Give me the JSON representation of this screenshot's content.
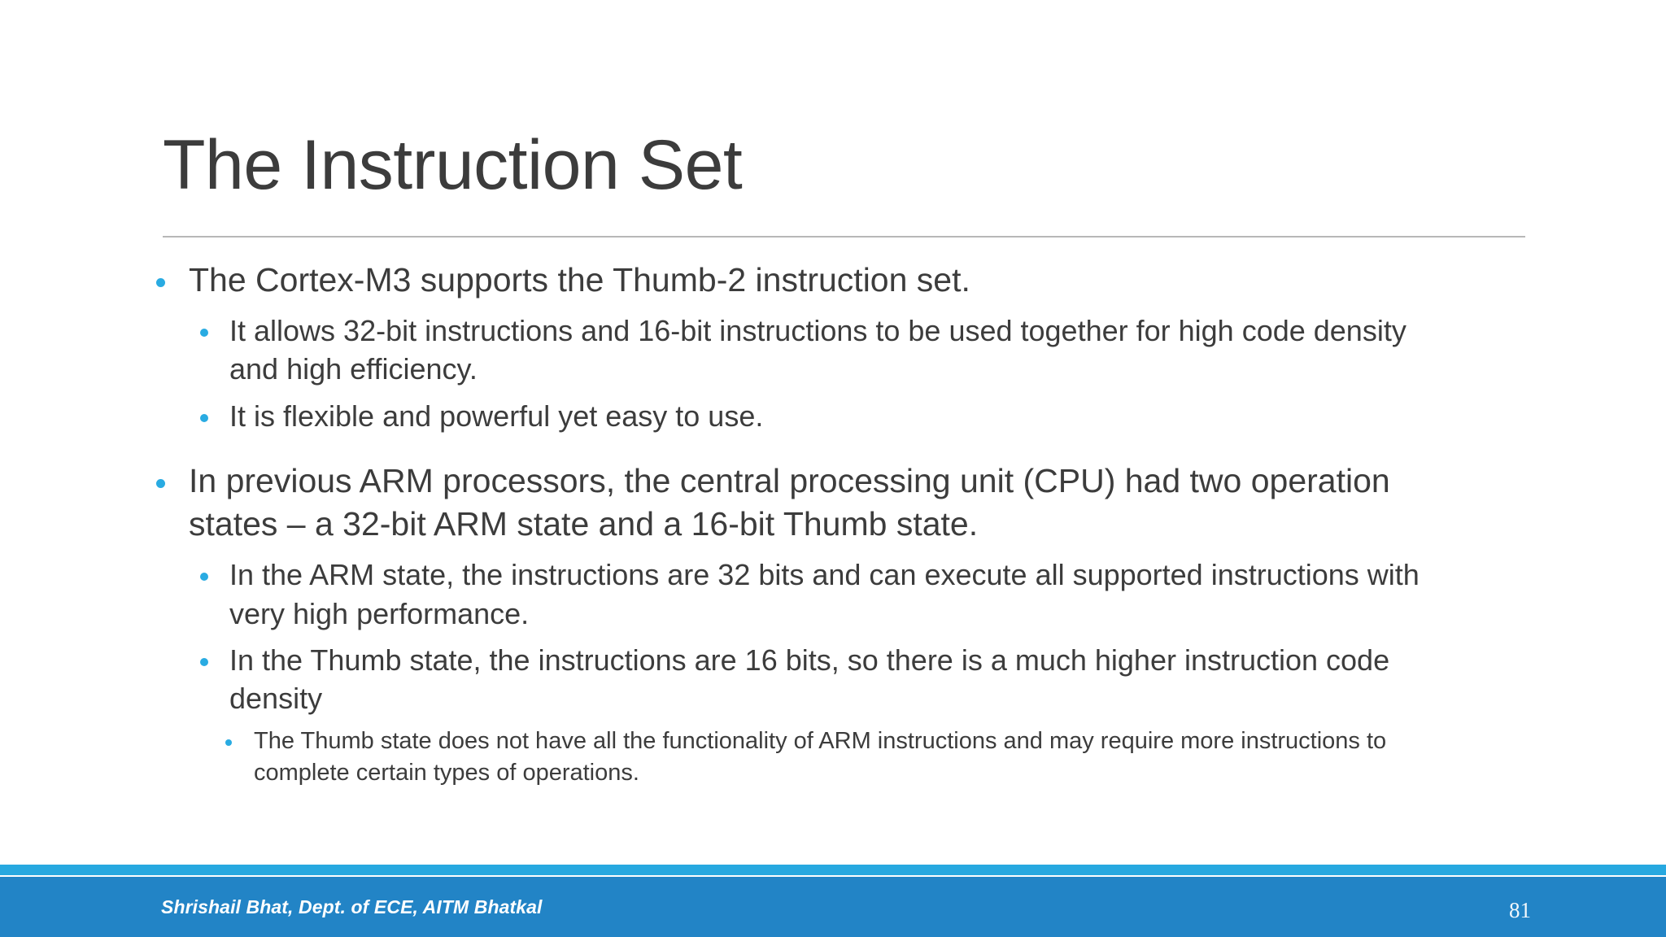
{
  "slide": {
    "title": "The Instruction Set",
    "accent_color": "#29ABE2",
    "text_color": "#3c3c3c",
    "background_color": "#ffffff"
  },
  "body": {
    "bullets": [
      {
        "level": 1,
        "text": "The Cortex-M3 supports the Thumb-2 instruction set."
      },
      {
        "level": 2,
        "text": "It allows 32-bit instructions and 16-bit instructions to be used together for high code density and high efficiency."
      },
      {
        "level": 2,
        "text": "It is flexible and powerful yet easy to use."
      },
      {
        "level": 1,
        "text": "In previous ARM processors, the central processing unit (CPU) had two operation states – a 32-bit ARM state and a 16-bit Thumb state."
      },
      {
        "level": 2,
        "text": "In the ARM state, the instructions are 32 bits and can execute all supported instructions with very high performance."
      },
      {
        "level": 2,
        "text": "In the Thumb state, the instructions are 16 bits, so there is a much higher instruction code density"
      },
      {
        "level": 3,
        "text": "The Thumb state does not have all the functionality of ARM instructions and may require more instructions to complete certain types of operations."
      }
    ]
  },
  "footer": {
    "credit": "Shrishail Bhat, Dept. of ECE, AITM Bhatkal",
    "page_number": "81",
    "stripe_color": "#27A8E0",
    "bar_color": "#2284C6"
  }
}
